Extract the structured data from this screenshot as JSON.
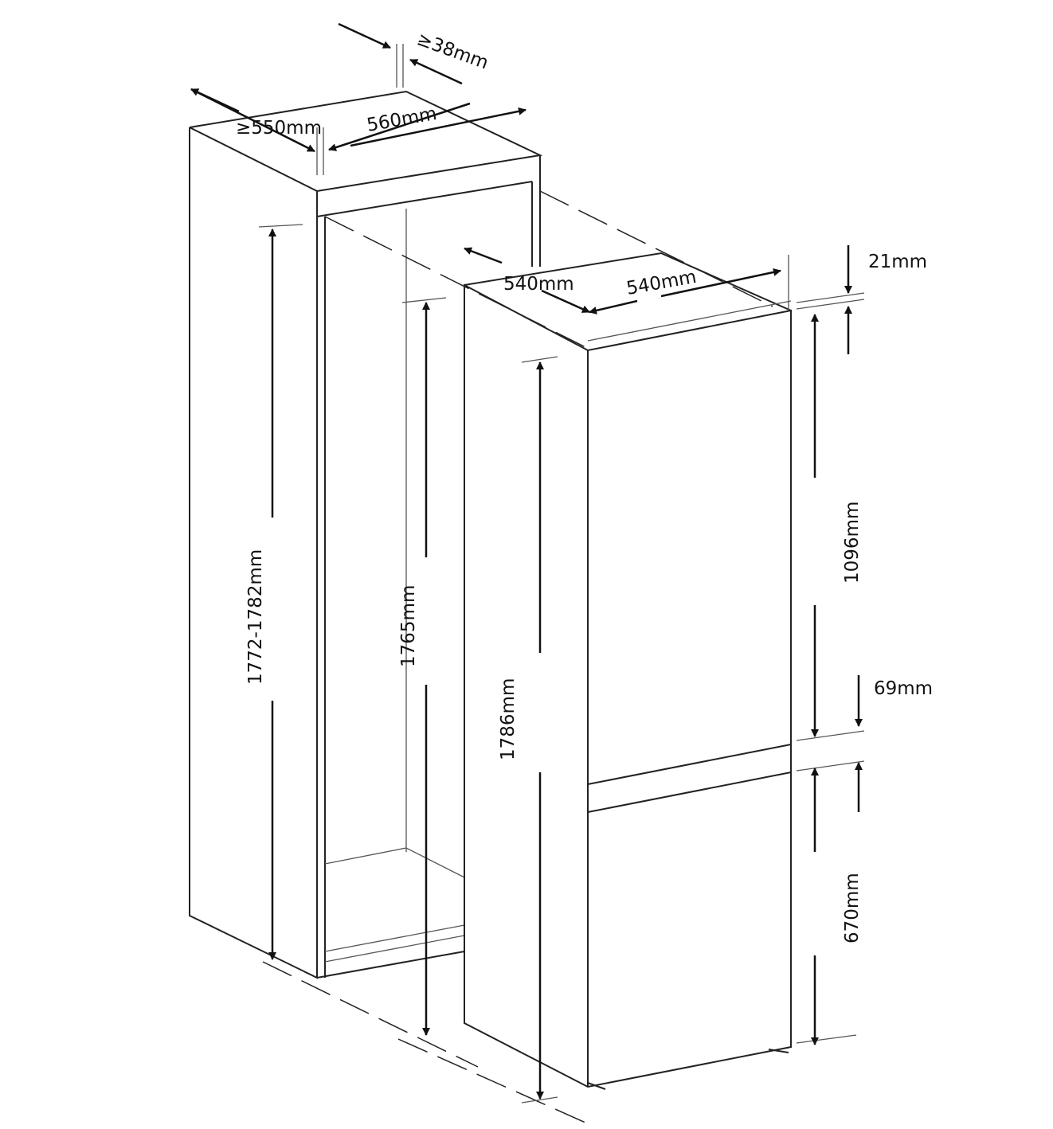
{
  "title": "Built-in fridge-freezer installation dimensions",
  "labels": {
    "ventilation_gap": "≥38mm",
    "niche_depth": "≥550mm",
    "niche_width": "560mm",
    "appliance_depth": "540mm",
    "appliance_width": "540mm",
    "top_gap": "21mm",
    "niche_height": "1772-1782mm",
    "door_clearance_height": "1765mm",
    "appliance_height": "1786mm",
    "upper_door_height": "1096mm",
    "door_gap": "69mm",
    "lower_door_height": "670mm"
  }
}
